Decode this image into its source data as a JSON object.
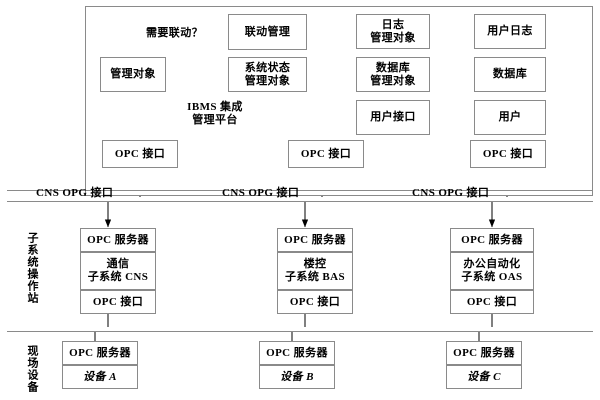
{
  "diagram": {
    "title_text": "IBMS 集成\n管理平台",
    "platform": {
      "label": "IBMS 集成\n管理平台",
      "nodes": {
        "linkage_mgmt": "联动管理",
        "need_linkage": "需要联动？",
        "managed_object": "管理对象",
        "system_state_object": "系统状态\n管理对象",
        "log_object": "日志\n管理对象",
        "db_object": "数据库\n管理对象",
        "user_interface": "用户接口",
        "user_log": "用户日志",
        "database": "数据库",
        "user": "用户"
      },
      "opc_interfaces": [
        "OPC 接口",
        "OPC 接口",
        "OPC 接口"
      ]
    },
    "bus_band": {
      "labels": [
        "CNS  OPG 接口",
        "CNS  OPG 接口",
        "CNS  OPG 接口"
      ]
    },
    "bands": {
      "workstation": "子系统操作站",
      "field_devices": "现场设备"
    },
    "subsystems": [
      {
        "server": "OPC 服务器",
        "name": "通信\n子系统 CNS",
        "interface": "OPC 接口"
      },
      {
        "server": "OPC 服务器",
        "name": "楼控\n子系统 BAS",
        "interface": "OPC 接口"
      },
      {
        "server": "OPC 服务器",
        "name": "办公自动化\n子系统 OAS",
        "interface": "OPC 接口"
      }
    ],
    "devices": [
      {
        "server": "OPC 服务器",
        "name": "设备 A"
      },
      {
        "server": "OPC 服务器",
        "name": "设备 B"
      },
      {
        "server": "OPC 服务器",
        "name": "设备 C"
      }
    ],
    "colors": {
      "stroke": "#8a8a8a",
      "arrow": "#000000",
      "background": "#ffffff"
    }
  }
}
